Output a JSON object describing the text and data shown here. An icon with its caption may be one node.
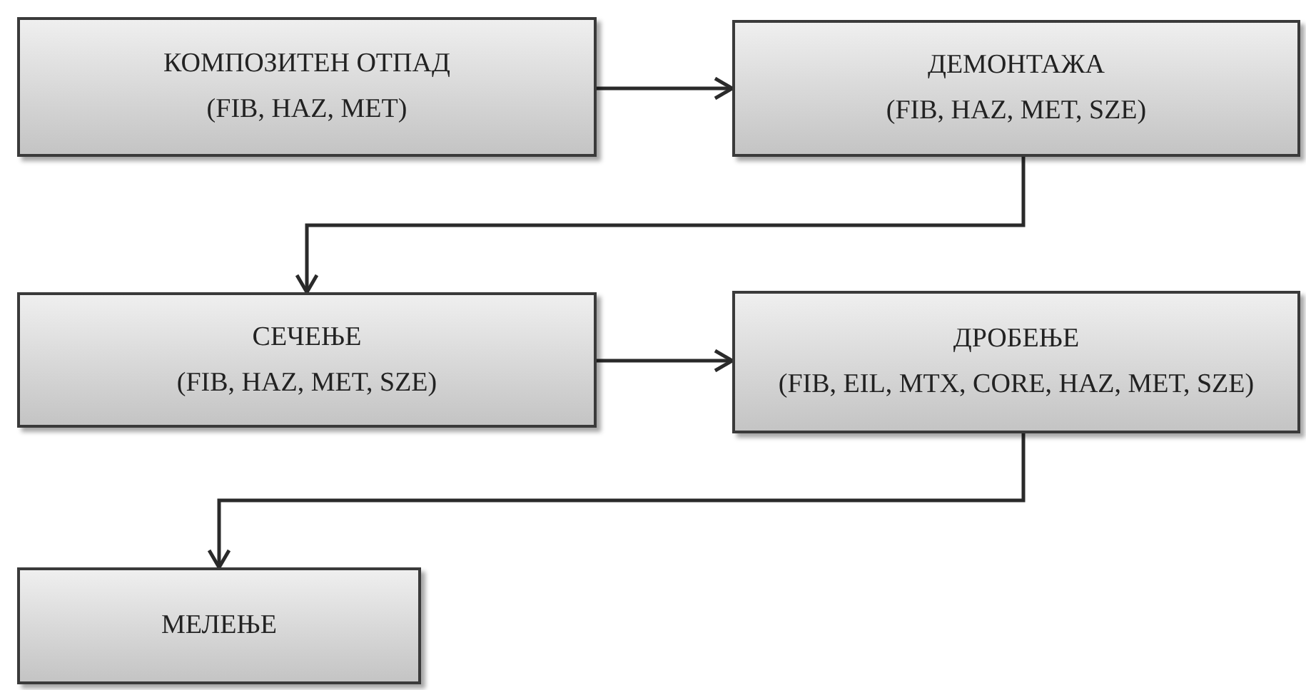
{
  "diagram": {
    "nodes": [
      {
        "text": [
          "КОМПОЗИТЕН ОТПАД",
          "(FIB, HAZ, MET)"
        ]
      },
      {
        "text": [
          "ДЕМОНТАЖА",
          "(FIB, HAZ, MET, SZE)"
        ]
      },
      {
        "text": [
          "СЕЧЕЊЕ",
          "(FIB, HAZ, MET, SZE)"
        ]
      },
      {
        "text": [
          "ДРОБЕЊЕ",
          "(FIB, EIL, MTX, CORE, HAZ, MET, SZE)"
        ]
      },
      {
        "text": [
          "МЕЛЕЊЕ"
        ]
      }
    ],
    "edges": [
      {
        "from": 0,
        "to": 1,
        "arrow": "to"
      },
      {
        "from": 1,
        "to": 2,
        "arrow": "to"
      },
      {
        "from": 2,
        "to": 3,
        "arrow": "to"
      },
      {
        "from": 3,
        "to": 4,
        "arrow": "to"
      }
    ]
  }
}
